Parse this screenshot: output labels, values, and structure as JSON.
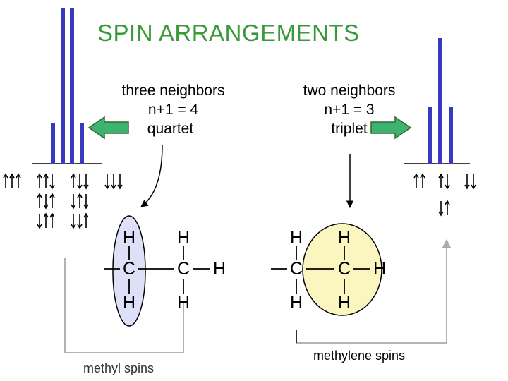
{
  "title": "SPIN ARRANGEMENTS",
  "left_group": {
    "line1": "three neighbors",
    "line2": "n+1  =  4",
    "line3": "quartet",
    "caption": "methyl spins"
  },
  "right_group": {
    "line1": "two neighbors",
    "line2": "n+1  =  3",
    "line3": "triplet",
    "caption": "methylene spins"
  },
  "atoms": {
    "H": "H",
    "C": "C"
  },
  "colors": {
    "title": "#3a9a3a",
    "peak": "#3a3ac0",
    "arrow_fill": "#3cb371",
    "arrow_stroke": "#2e6b2e",
    "methyl_ellipse": "#dde0f6",
    "methylene_ellipse": "#fbf6c0",
    "bracket": "#999999"
  },
  "quartet_peaks": {
    "intensity_ratio": [
      1,
      3,
      3,
      1
    ]
  },
  "triplet_peaks": {
    "intensity_ratio": [
      1,
      2,
      1
    ]
  }
}
